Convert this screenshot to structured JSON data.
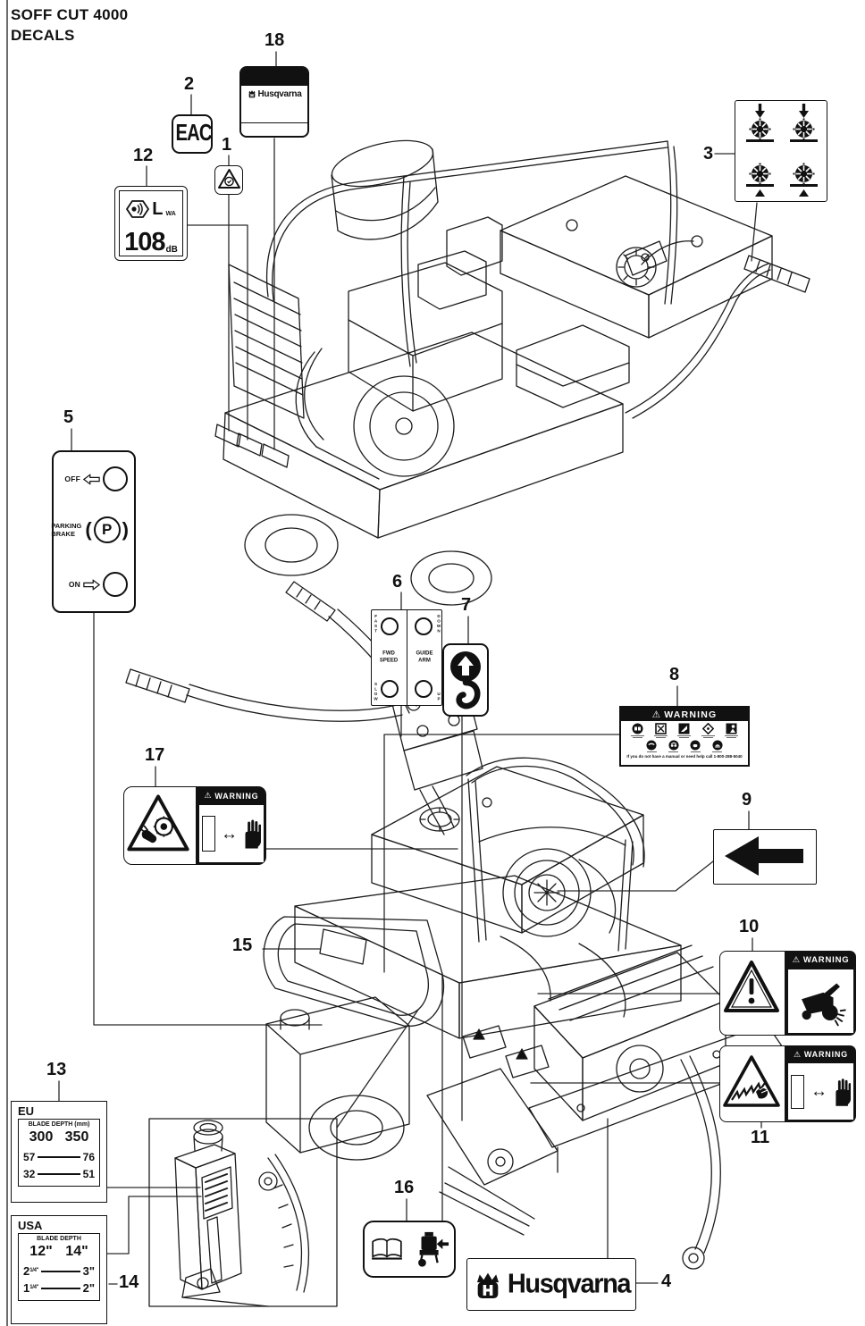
{
  "page": {
    "title_line1": "SOFF CUT 4000",
    "title_line2": "DECALS"
  },
  "icons": {
    "warning_triangle": "⚠",
    "double_arrow": "↔"
  },
  "decals": {
    "d1": {
      "callout": "1"
    },
    "d2": {
      "callout": "2",
      "text": "EAC"
    },
    "d3": {
      "callout": "3"
    },
    "d4": {
      "callout": "4",
      "brand": "Husqvarna"
    },
    "d5": {
      "callout": "5",
      "off_label": "OFF",
      "parking_line1": "PARKING",
      "parking_line2": "BRAKE",
      "parking_symbol": "P",
      "on_label": "ON"
    },
    "d6": {
      "callout": "6",
      "left_title_line1": "FWD",
      "left_title_line2": "SPEED",
      "right_title_line1": "GUIDE",
      "right_title_line2": "ARM",
      "edge_top_left": "FAST",
      "edge_bottom_left": "SLOW",
      "edge_top_right": "DOWN",
      "edge_bottom_right": "UP"
    },
    "d7": {
      "callout": "7"
    },
    "d8": {
      "callout": "8",
      "warning": "WARNING",
      "help_text": "If you do not have a manual or need help call 1-800-288-5040"
    },
    "d9": {
      "callout": "9"
    },
    "d10": {
      "callout": "10",
      "warning": "WARNING"
    },
    "d11": {
      "callout": "11",
      "warning": "WARNING"
    },
    "d12": {
      "callout": "12",
      "symbol_main": "L",
      "symbol_sub": "WA",
      "value": "108",
      "unit": "dB"
    },
    "d13": {
      "callout": "13",
      "region": "EU",
      "header": "BLADE DEPTH (mm)",
      "size_left": "300",
      "size_right": "350",
      "rows": [
        {
          "left": "57",
          "right": "76"
        },
        {
          "left": "32",
          "right": "51"
        }
      ]
    },
    "d14": {
      "callout": "14",
      "region": "USA",
      "header": "BLADE DEPTH",
      "size_left": "12\"",
      "size_right": "14\"",
      "rows": [
        {
          "left": "2",
          "left_sup": "1/4\"",
          "right": "3\""
        },
        {
          "left": "1",
          "left_sup": "1/4\"",
          "right": "2\""
        }
      ]
    },
    "d15": {
      "callout": "15"
    },
    "d16": {
      "callout": "16"
    },
    "d17": {
      "callout": "17",
      "warning": "WARNING"
    },
    "d18": {
      "callout": "18",
      "brand": "Husqvarna"
    }
  }
}
